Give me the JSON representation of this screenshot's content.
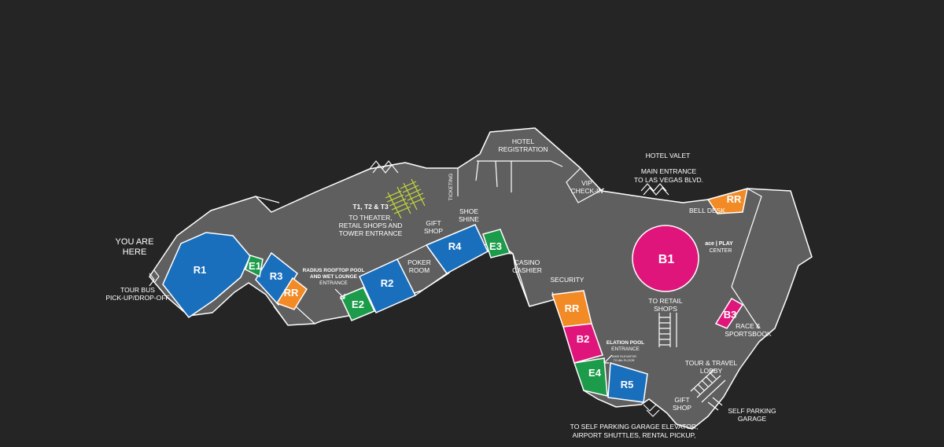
{
  "colors": {
    "background": "#262525",
    "floor": "#5f5f5f",
    "restaurant": "#1a6fbd",
    "entertainment": "#1c9c4a",
    "restroom": "#f28a25",
    "bar": "#e0157c",
    "tower_stairs": "#c5d93a"
  },
  "you_are_here": {
    "line1": "YOU ARE",
    "line2": "HERE"
  },
  "rooms": {
    "r1": "R1",
    "r2": "R2",
    "r3": "R3",
    "r4": "R4",
    "r5": "R5",
    "e1": "E1",
    "e2": "E2",
    "e3": "E3",
    "e4": "E4",
    "b1": "B1",
    "b2": "B2",
    "b3": "B3",
    "rr": "RR"
  },
  "labels": {
    "tour_bus_1": "TOUR BUS",
    "tour_bus_2": "PICK-UP/DROP-OFF",
    "radius_1": "RADIUS ROOFTOP POOL",
    "radius_2": "AND WET LOUNGE",
    "radius_3": "ENTRANCE",
    "towers_1": "T1, T2 & T3",
    "towers_2": "TO THEATER,",
    "towers_3": "RETAIL SHOPS AND",
    "towers_4": "TOWER ENTRANCE",
    "ticketing": "TICKETING",
    "hotel_reg_1": "HOTEL",
    "hotel_reg_2": "REGISTRATION",
    "vip_1": "VIP",
    "vip_2": "CHECK-IN",
    "hotel_valet": "HOTEL VALET",
    "main_entrance_1": "MAIN ENTRANCE",
    "main_entrance_2": "TO LAS VEGAS BLVD.",
    "bell_desk": "BELL DESK",
    "ace_play_1": "ace | PLAY",
    "ace_play_2": "CENTER",
    "gift_shop_1a": "GIFT",
    "gift_shop_1b": "SHOP",
    "shoe_shine_1": "SHOE",
    "shoe_shine_2": "SHINE",
    "poker_1": "POKER",
    "poker_2": "ROOM",
    "casino_1": "CASINO",
    "casino_2": "CASHIER",
    "security": "SECURITY",
    "to_retail_1": "TO RETAIL",
    "to_retail_2": "SHOPS",
    "race_1": "RACE &",
    "race_2": "SPORTSBOOK",
    "elation_1": "ELATION POOL",
    "elation_2": "ENTRANCE",
    "elation_3": "TAKE ELEVATOR",
    "elation_4": "TO 8th FLOOR",
    "tour_travel_1": "TOUR & TRAVEL",
    "tour_travel_2": "LOBBY",
    "gift_shop_2a": "GIFT",
    "gift_shop_2b": "SHOP",
    "self_parking_1": "SELF PARKING",
    "self_parking_2": "GARAGE",
    "garage_1": "TO SELF PARKING GARAGE ELEVATOR,",
    "garage_2": "AIRPORT SHUTTLES, RENTAL PICKUP,"
  }
}
